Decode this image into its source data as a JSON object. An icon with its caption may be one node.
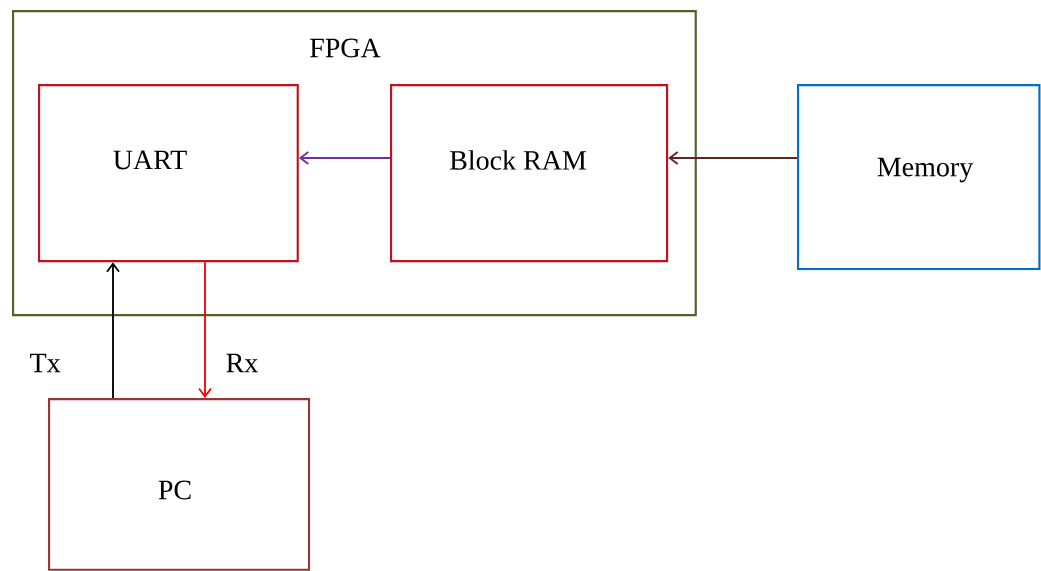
{
  "diagram": {
    "nodes": [
      {
        "text": [
          "FPGA"
        ]
      },
      {
        "text": [
          "UART"
        ],
        "in": 0
      },
      {
        "text": [
          "Block RAM"
        ],
        "in": 0
      },
      {
        "text": [
          "Memory"
        ]
      },
      {
        "text": [
          "PC"
        ]
      }
    ],
    "edges": [
      {
        "from": 2,
        "to": 1,
        "arrow": "to",
        "color": "#7030a0"
      },
      {
        "from": 3,
        "to": 2,
        "arrow": "to",
        "color": "#632523"
      },
      {
        "from": 4,
        "to": 1,
        "arrow": "to",
        "label": "Tx",
        "color": "#000000"
      },
      {
        "from": 1,
        "to": 4,
        "arrow": "to",
        "label": "Rx",
        "color": "#ff0000"
      }
    ]
  }
}
